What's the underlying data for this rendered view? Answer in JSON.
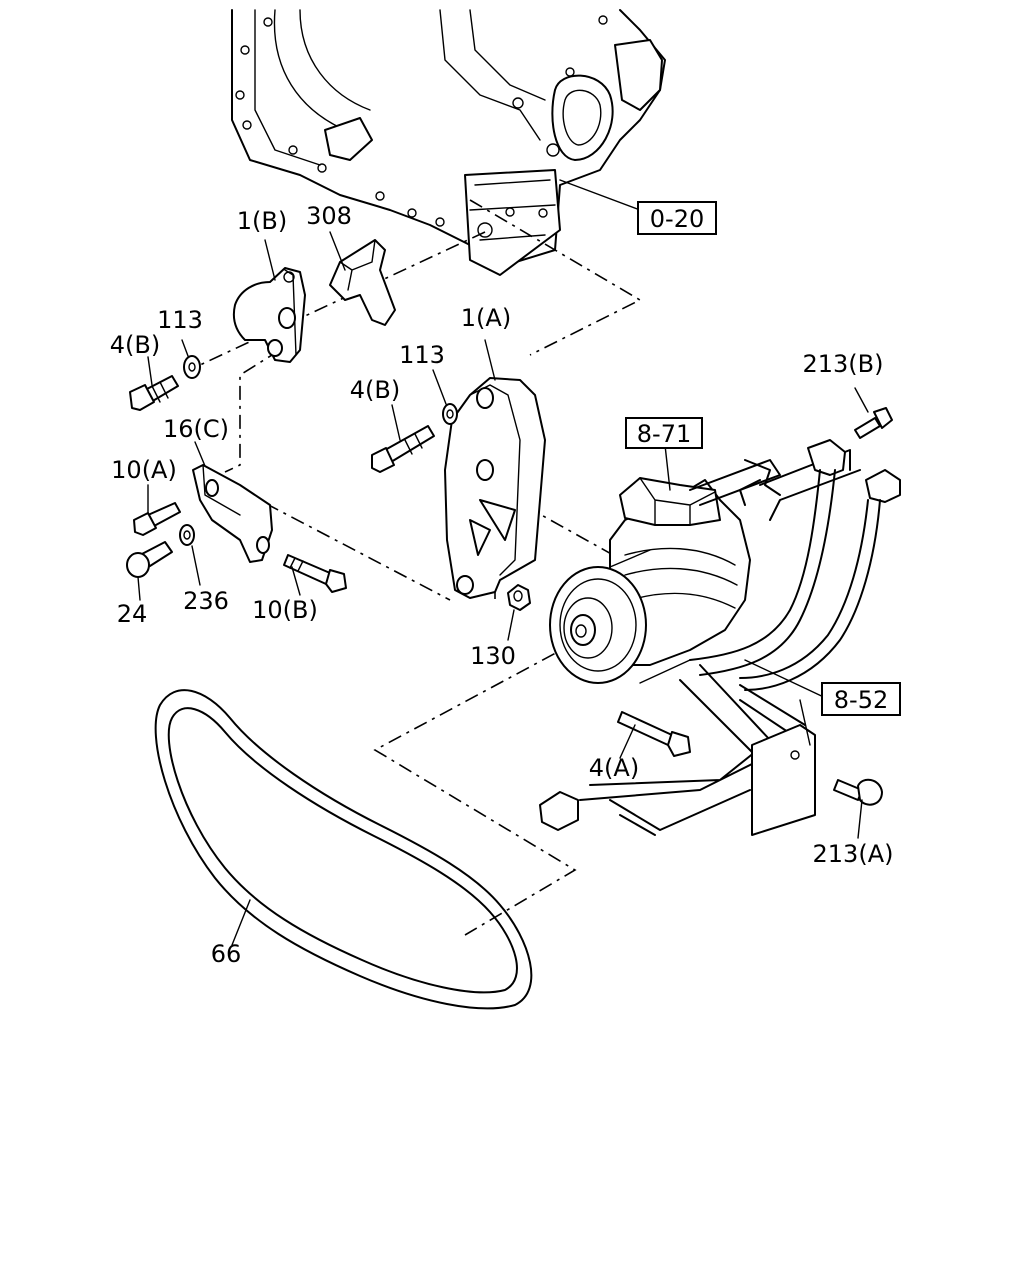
{
  "callouts": [
    {
      "id": "c-0-20",
      "text": "0-20",
      "boxed": true
    },
    {
      "id": "c-8-71",
      "text": "8-71",
      "boxed": true
    },
    {
      "id": "c-8-52",
      "text": "8-52",
      "boxed": true
    },
    {
      "id": "c-1b",
      "text": "1(B)"
    },
    {
      "id": "c-308",
      "text": "308"
    },
    {
      "id": "c-113-left",
      "text": "113"
    },
    {
      "id": "c-4b-left",
      "text": "4(B)"
    },
    {
      "id": "c-1a",
      "text": "1(A)"
    },
    {
      "id": "c-113-mid",
      "text": "113"
    },
    {
      "id": "c-4b-mid",
      "text": "4(B)"
    },
    {
      "id": "c-213b",
      "text": "213(B)"
    },
    {
      "id": "c-16c",
      "text": "16(C)"
    },
    {
      "id": "c-10a",
      "text": "10(A)"
    },
    {
      "id": "c-24",
      "text": "24"
    },
    {
      "id": "c-236",
      "text": "236"
    },
    {
      "id": "c-10b",
      "text": "10(B)"
    },
    {
      "id": "c-130",
      "text": "130"
    },
    {
      "id": "c-4a",
      "text": "4(A)"
    },
    {
      "id": "c-213a",
      "text": "213(A)"
    },
    {
      "id": "c-66",
      "text": "66"
    }
  ]
}
